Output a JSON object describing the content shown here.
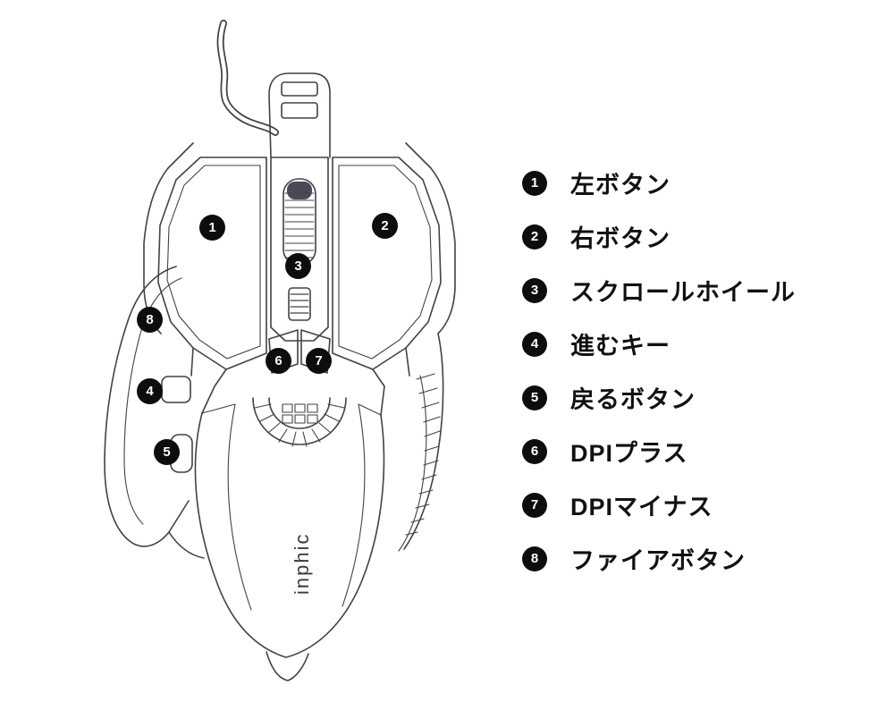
{
  "mouse": {
    "brand_label": "inphic",
    "description": "wired gaming mouse top view line drawing with numbered callouts"
  },
  "legend": {
    "items": [
      {
        "num": "1",
        "label": "左ボタン"
      },
      {
        "num": "2",
        "label": "右ボタン"
      },
      {
        "num": "3",
        "label": "スクロールホイール"
      },
      {
        "num": "4",
        "label": "進むキー"
      },
      {
        "num": "5",
        "label": "戻るボタン"
      },
      {
        "num": "6",
        "label": "DPIプラス"
      },
      {
        "num": "7",
        "label": "DPIマイナス"
      },
      {
        "num": "8",
        "label": "ファイアボタン"
      }
    ]
  },
  "colors": {
    "line": "#41414b",
    "badge_bg": "#0d0d0d",
    "badge_text": "#ffffff",
    "background": "#ffffff"
  }
}
